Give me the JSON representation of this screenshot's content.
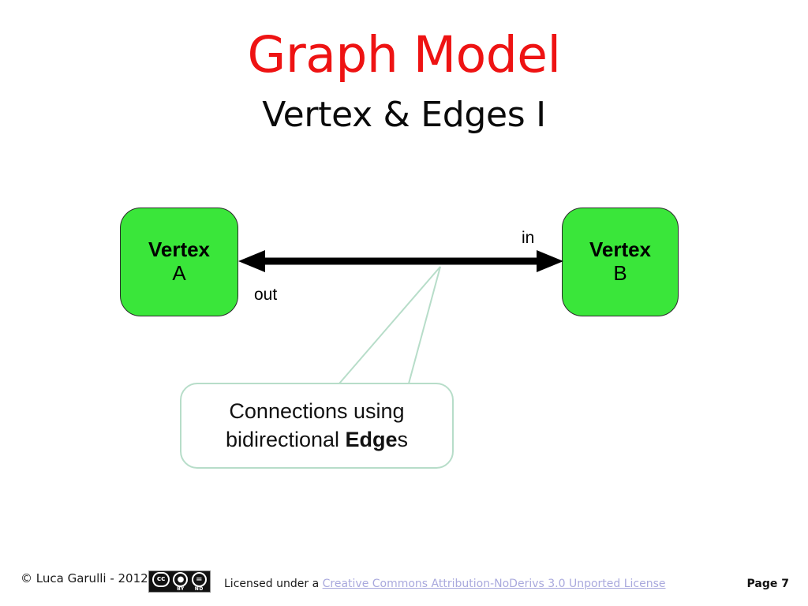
{
  "slide": {
    "title": "Graph Model",
    "subtitle": "Vertex & Edges I",
    "title_color": "#ee1313",
    "background": "#ffffff"
  },
  "diagram": {
    "vertex_fill": "#3ae63a",
    "vertex_border": "#2a2a2a",
    "arrow_color": "#000000",
    "callout_border": "#b7ddc9",
    "nodes": [
      {
        "name": "Vertex",
        "id": "A"
      },
      {
        "name": "Vertex",
        "id": "B"
      }
    ],
    "edge": {
      "type": "bidirectional",
      "label_left": "out",
      "label_right": "in"
    },
    "callout": {
      "line1": "Connections using",
      "line2_prefix": "bidirectional ",
      "line2_bold": "Edge",
      "line2_suffix": "s"
    }
  },
  "footer": {
    "copyright": "© Luca Garulli  - 2012",
    "license_prefix": "Licensed under a ",
    "license_link": "Creative Commons Attribution-NoDerivs 3.0 Unported License",
    "page": "Page 7",
    "cc_badge": {
      "cc": "cc",
      "by_tag": "BY",
      "nd_tag": "ND"
    }
  }
}
